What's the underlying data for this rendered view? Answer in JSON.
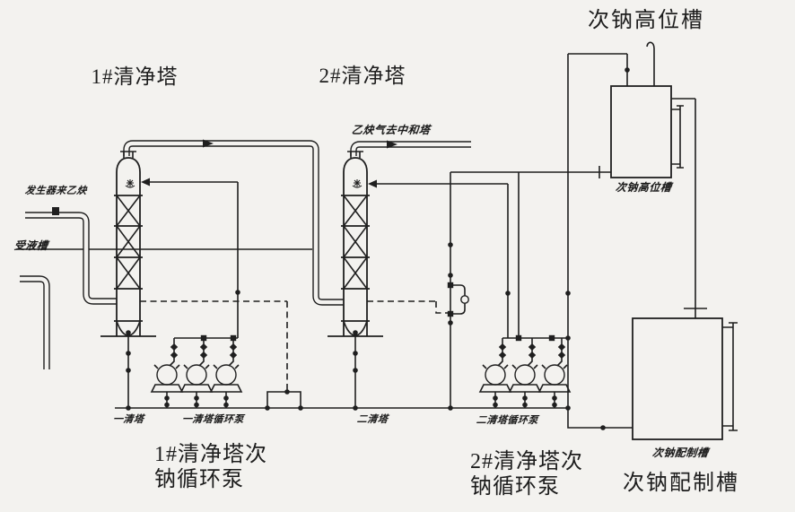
{
  "diagram_type": "process-flow-diagram",
  "colors": {
    "background": "#f3f2ef",
    "line": "#1f1f1f",
    "text": "#1d1d1d"
  },
  "equipment_labels": {
    "tower1_title": "1#清净塔",
    "tower2_title": "2#清净塔",
    "high_tank_title": "次钠高位槽",
    "pump_group1_line1": "1#清净塔次",
    "pump_group1_line2": "钠循环泵",
    "pump_group2_line1": "2#清净塔次",
    "pump_group2_line2": "钠循环泵",
    "prep_tank_title": "次钠配制槽"
  },
  "handwritten_annotations": {
    "acetylene_feed": "发生器来乙炔",
    "receiver_line": "受液槽",
    "acetylene_out": "乙炔气去中和塔",
    "tower1_bottom": "一清塔",
    "pump_group1": "一清塔循环泵",
    "tower2_bottom": "二清塔",
    "pump_group2": "二清塔循环泵",
    "high_tank": "次钠高位槽",
    "prep_tank": "次钠配制槽"
  }
}
